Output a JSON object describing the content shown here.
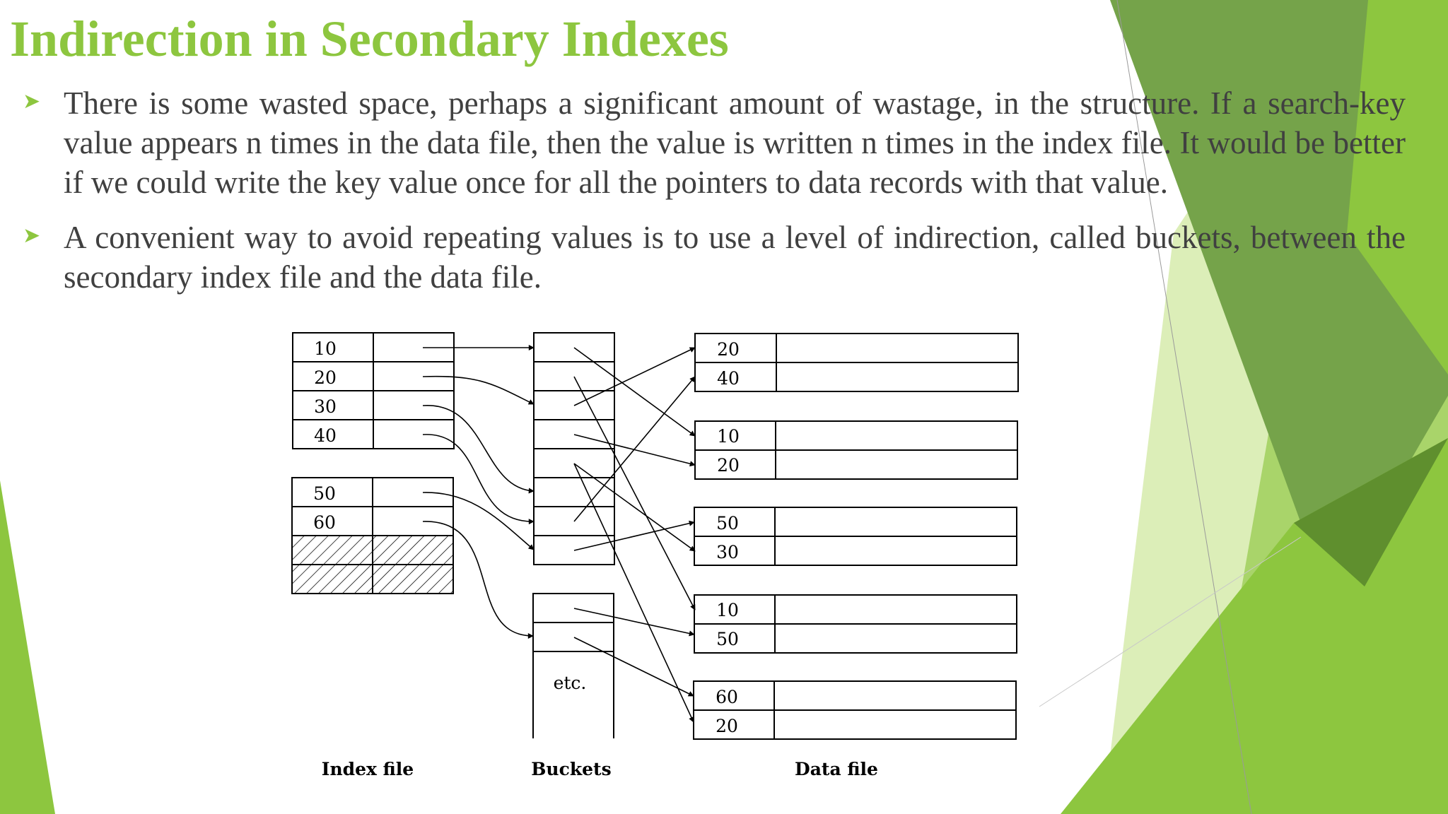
{
  "slide": {
    "title": "Indirection in Secondary Indexes",
    "bullets": [
      "There is some wasted space, perhaps a significant amount of wastage, in the structure. If a search-key value appears n times in the data file, then the value is written n times in the index file. It would be better if we could write the key value once for all the pointers to data records with that value.",
      "A convenient way to avoid repeating values is to use a level of indirection, called buckets, between the secondary index file and the data file."
    ],
    "bullet_icon": "arrow-bullet-icon",
    "accent_color": "#8dc63f"
  },
  "diagram": {
    "index_file": {
      "label": "Index file",
      "blocks": [
        [
          "10",
          "20",
          "30",
          "40"
        ],
        [
          "50",
          "60"
        ]
      ]
    },
    "buckets": {
      "label": "Buckets",
      "etc": "etc."
    },
    "data_file": {
      "label": "Data file",
      "blocks": [
        [
          "20",
          "40"
        ],
        [
          "10",
          "20"
        ],
        [
          "50",
          "30"
        ],
        [
          "10",
          "50"
        ],
        [
          "60",
          "20"
        ]
      ]
    }
  }
}
